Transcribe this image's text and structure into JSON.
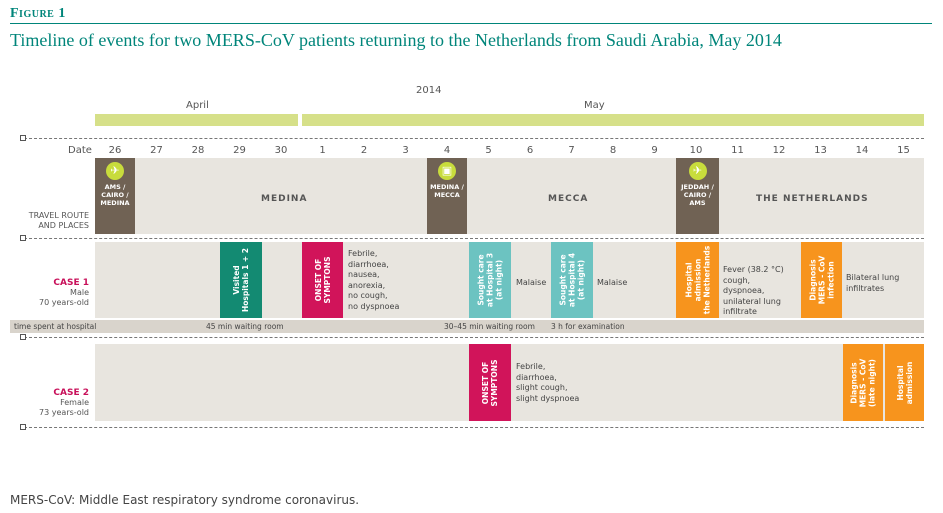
{
  "figure": {
    "label": "Figure 1",
    "title": "Timeline of events for two MERS-CoV patients returning to the Netherlands from Saudi Arabia, May 2014",
    "year": "2014",
    "months": [
      "April",
      "May"
    ]
  },
  "dates": {
    "header": "Date",
    "days": [
      "26",
      "27",
      "28",
      "29",
      "30",
      "1",
      "2",
      "3",
      "4",
      "5",
      "6",
      "7",
      "8",
      "9",
      "10",
      "11",
      "12",
      "13",
      "14",
      "15"
    ]
  },
  "travel": {
    "label_line1": "TRAVEL ROUTE",
    "label_line2": "AND PLACES",
    "segments": [
      {
        "box": [
          "AMS /",
          "CAIRO /",
          "MEDINA"
        ],
        "icon": "plane-icon",
        "place": "MEDINA"
      },
      {
        "box": [
          "MEDINA /",
          "MECCA"
        ],
        "icon": "bus-icon",
        "place": "MECCA"
      },
      {
        "box": [
          "JEDDAH /",
          "CAIRO /",
          "AMS"
        ],
        "icon": "plane-icon",
        "place": "THE NETHERLANDS"
      }
    ]
  },
  "case1": {
    "name": "CASE 1",
    "sex": "Male",
    "age": "70 years-old",
    "events": [
      {
        "text": [
          "Visited",
          "Hospitals 1 + 2"
        ],
        "color": "#138a72"
      },
      {
        "text": [
          "ONSET OF",
          "SYMPTONS"
        ],
        "color": "#d1145a"
      },
      {
        "text": [
          "Sought care",
          "at Hospital 3",
          "(at night)"
        ],
        "color": "#6cc3c1"
      },
      {
        "text": [
          "Sought care",
          "at Hospital 4",
          "(at night)"
        ],
        "color": "#6cc3c1"
      },
      {
        "text": [
          "Hospital",
          "admission",
          "the Netherlands"
        ],
        "color": "#f7941d"
      },
      {
        "text": [
          "Diagnosis",
          "MERS - CoV",
          "infection"
        ],
        "color": "#f7941d"
      }
    ],
    "notes": {
      "onset": [
        "Febrile,",
        "diarrhoea,",
        "nausea,",
        "anorexia,",
        "no cough,",
        "no dyspnoea"
      ],
      "malaise1": "Malaise",
      "malaise2": "Malaise",
      "fever": [
        "Fever (38.2 °C)",
        "cough,",
        "dyspnoea,",
        "unilateral lung",
        "infiltrate"
      ],
      "lung": [
        "Bilateral lung",
        "infiltrates"
      ]
    },
    "hospital_time": {
      "label": "time spent at hospital",
      "wait1": "45 min waiting room",
      "wait2": "30–45 min waiting room",
      "exam": "3 h for examination"
    }
  },
  "case2": {
    "name": "CASE 2",
    "sex": "Female",
    "age": "73 years-old",
    "events": [
      {
        "text": [
          "ONSET OF",
          "SYMPTONS"
        ],
        "color": "#d1145a"
      },
      {
        "text": [
          "Diagnosis",
          "MERS - CoV",
          "(late night)"
        ],
        "color": "#f7941d"
      },
      {
        "text": [
          "Hospital",
          "admission"
        ],
        "color": "#f7941d"
      }
    ],
    "notes": {
      "onset": [
        "Febrile,",
        "diarrhoea,",
        "slight cough,",
        "slight dyspnoea"
      ]
    }
  },
  "footnote": "MERS-CoV: Middle East respiratory syndrome coronavirus."
}
